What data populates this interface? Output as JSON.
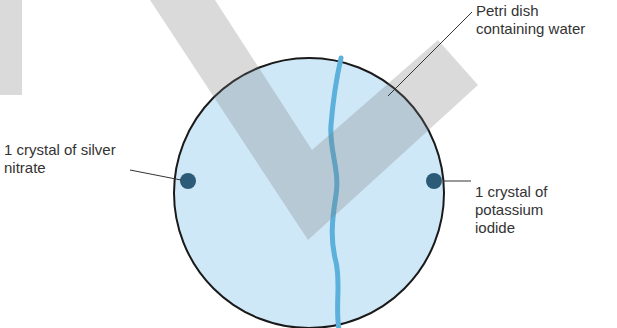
{
  "diagram": {
    "labels": [
      "Petri dish containing water",
      "1 crystal of silver nitrate",
      "1 crystal of potassium iodide"
    ]
  }
}
